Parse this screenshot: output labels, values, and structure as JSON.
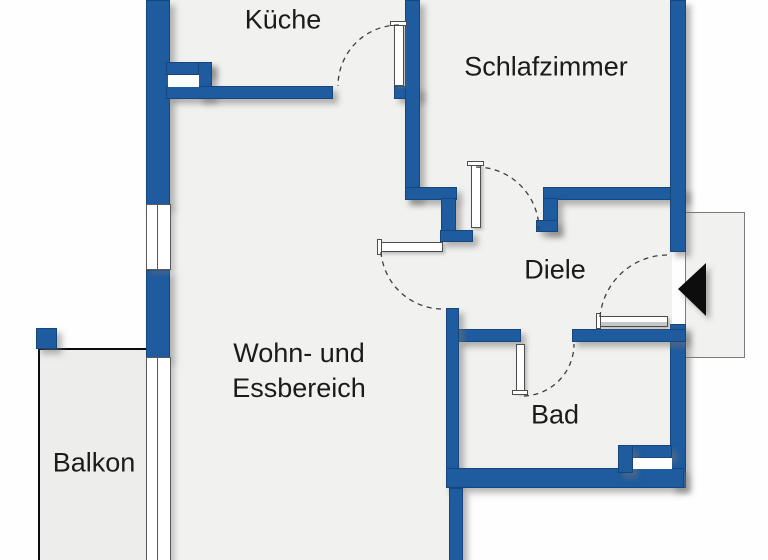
{
  "plan": {
    "type": "apartment-floor-plan",
    "rooms": [
      {
        "id": "kueche",
        "label": "Küche"
      },
      {
        "id": "schlafzimmer",
        "label": "Schlafzimmer"
      },
      {
        "id": "diele",
        "label": "Diele"
      },
      {
        "id": "wohn-essbereich",
        "label_line1": "Wohn- und",
        "label_line2": "Essbereich"
      },
      {
        "id": "bad",
        "label": "Bad"
      },
      {
        "id": "balkon",
        "label": "Balkon"
      }
    ],
    "symbols": {
      "entry_arrow": "black triangle pointing left into apartment entrance",
      "doors": [
        "kueche-door",
        "schlafzimmer-door",
        "wohnbereich-diele-door",
        "bad-door",
        "entry-door"
      ],
      "windows": [
        "living-room-window",
        "balcony-window-door"
      ]
    },
    "colors": {
      "wall": "#1E5B9F",
      "wall_border": "#16477C",
      "interior": "#F1F1EF",
      "balcony": "#EDEDEB",
      "outside": "#FEFEFE",
      "text": "#1B1B1B",
      "entry_arrow_fill": "#0D0D0D"
    }
  }
}
